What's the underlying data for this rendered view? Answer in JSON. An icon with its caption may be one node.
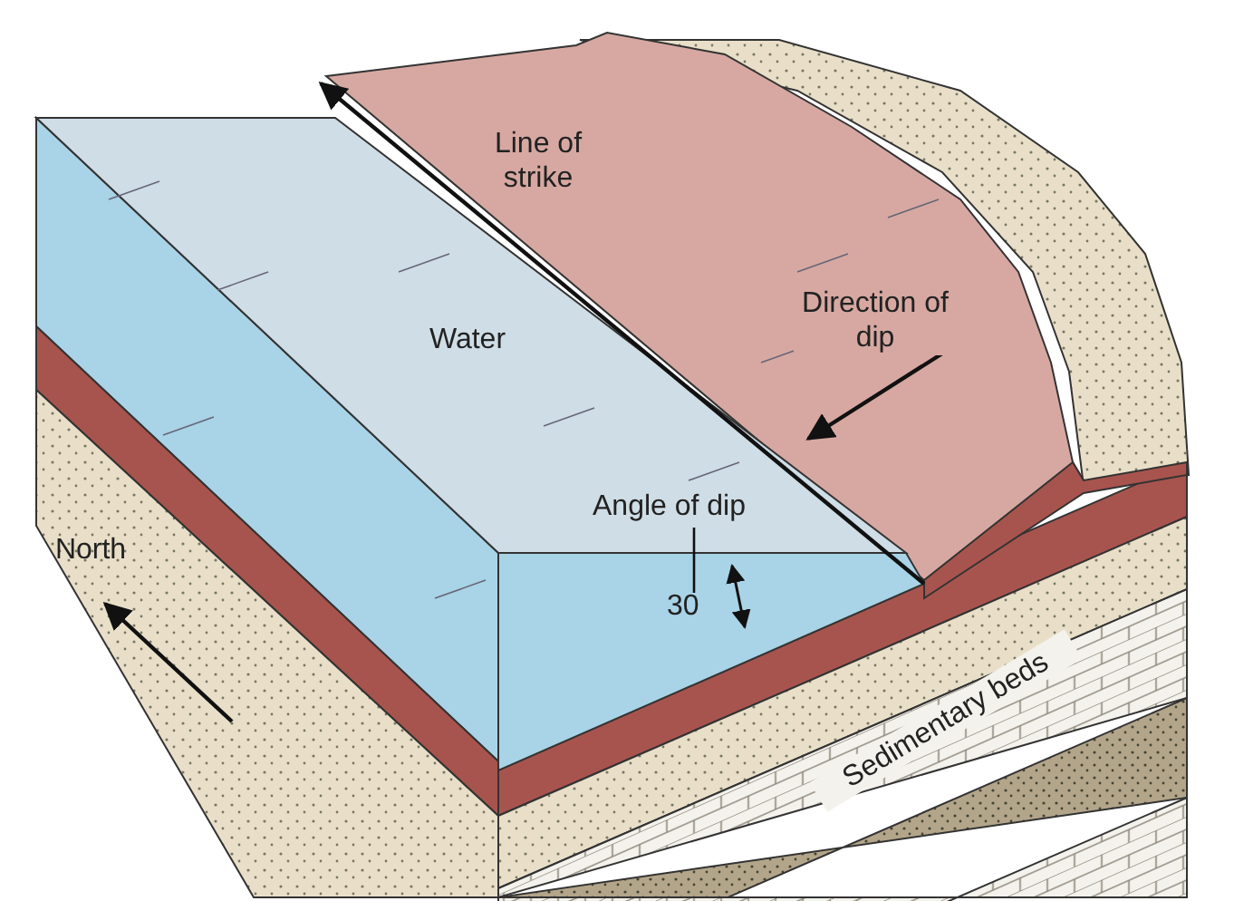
{
  "diagram": {
    "nodes": [
      {
        "text": [
          "Angle of dip"
        ]
      },
      {
        "text": [
          "30"
        ]
      }
    ],
    "edges": [
      {
        "from": 0,
        "to": 1,
        "arrow": "none"
      }
    ],
    "labels": [
      "Line of strike",
      "Direction of dip",
      "Water",
      "North",
      "Sedimentary beds"
    ]
  }
}
